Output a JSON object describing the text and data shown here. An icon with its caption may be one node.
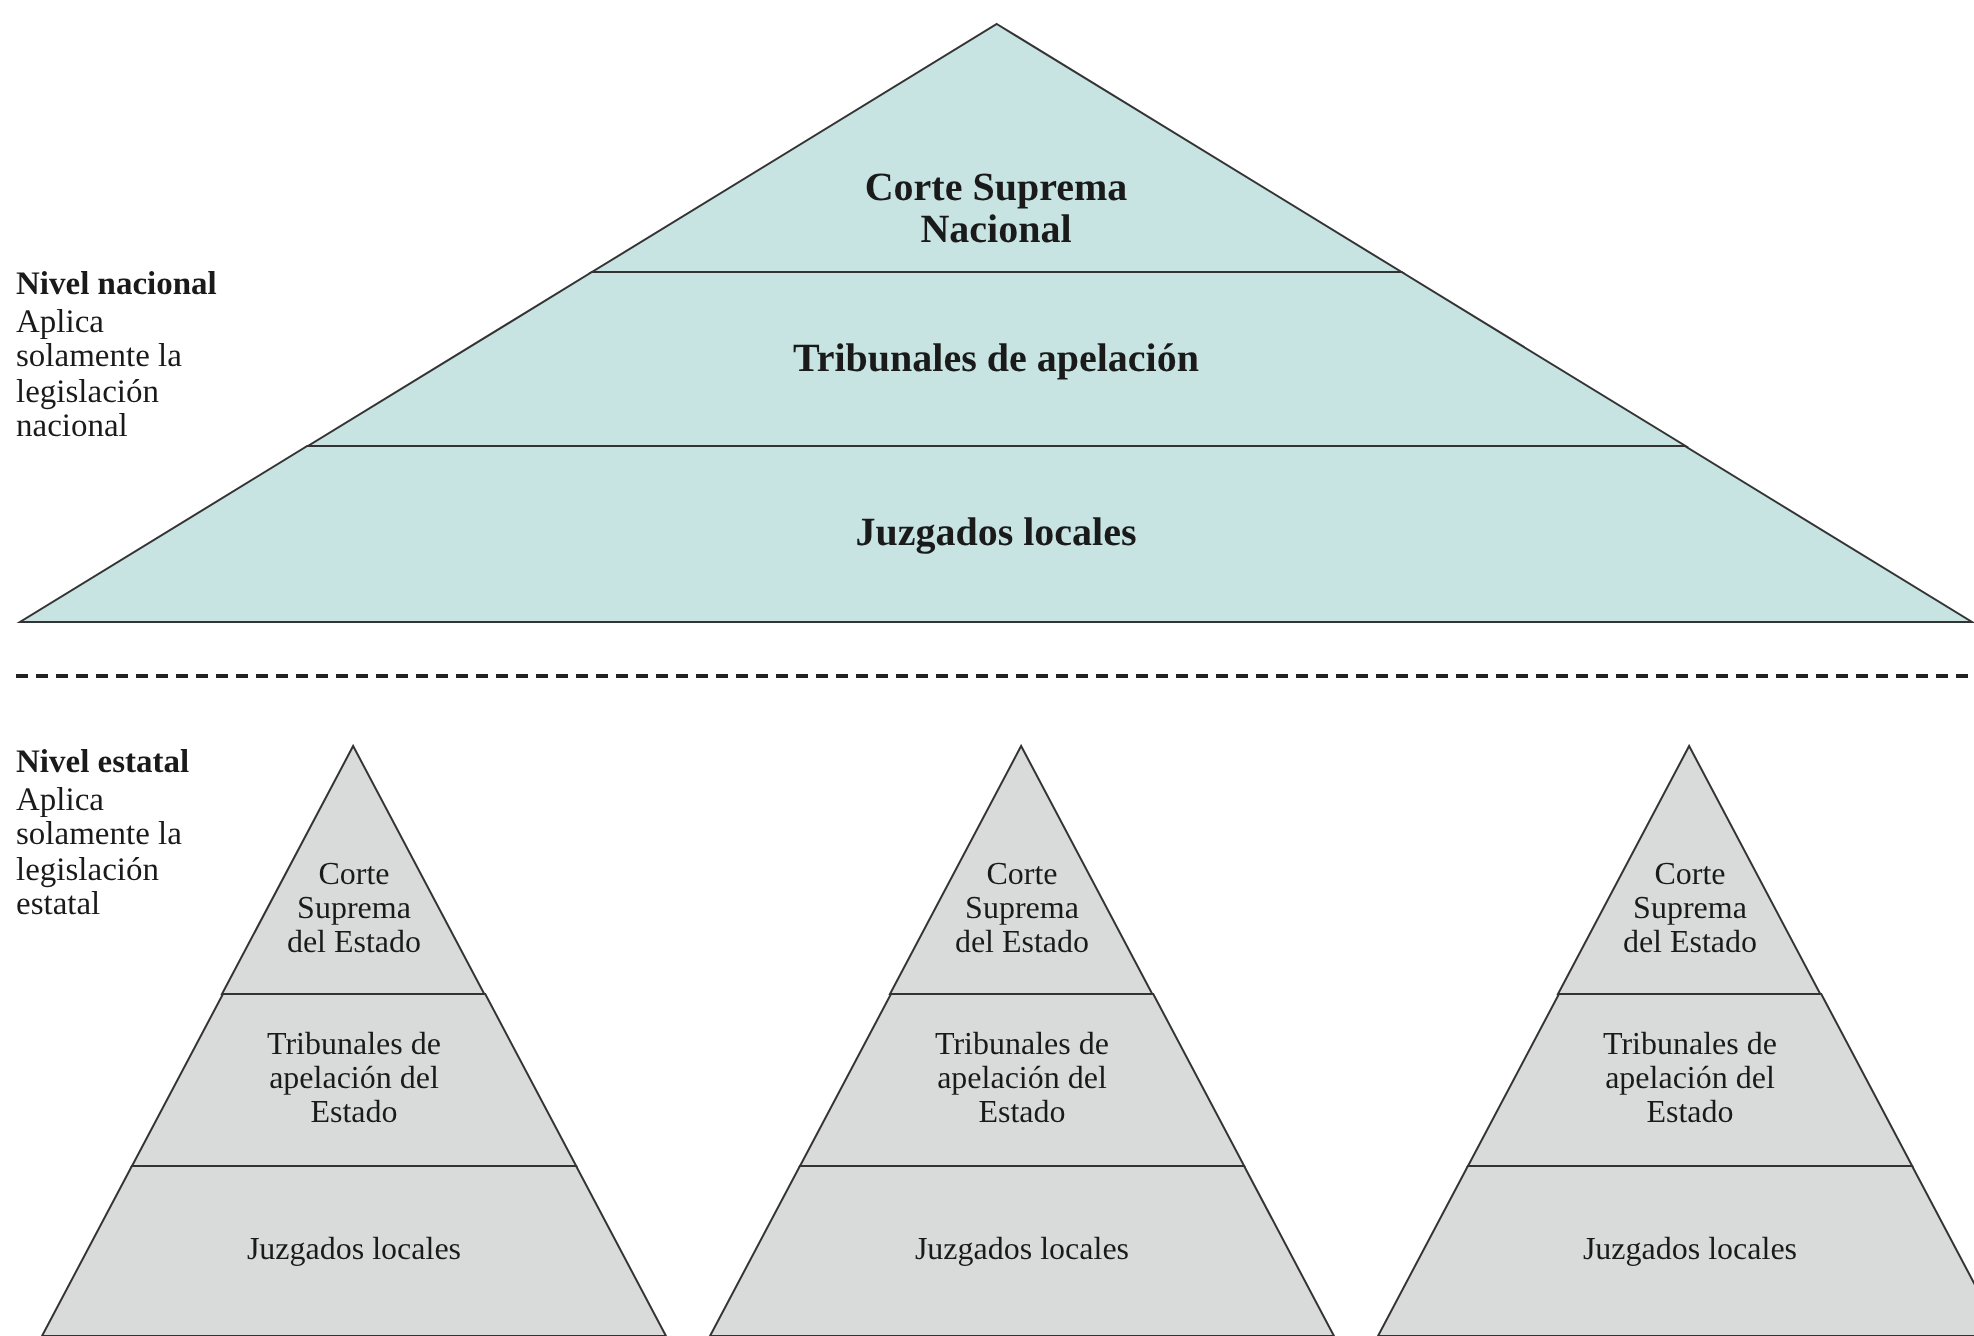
{
  "diagram": {
    "nodes": [
      {
        "text": [
          "Corte Suprema Nacional"
        ]
      },
      {
        "text": [
          "Tribunales de apelación"
        ]
      },
      {
        "text": [
          "Juzgados locales"
        ]
      },
      {
        "text": [
          "Corte Suprema del Estado"
        ]
      },
      {
        "text": [
          "Tribunales de apelación del Estado"
        ]
      },
      {
        "text": [
          "Juzgados locales"
        ]
      },
      {
        "text": [
          "Corte Suprema del Estado"
        ]
      },
      {
        "text": [
          "Tribunales de apelación del Estado"
        ]
      },
      {
        "text": [
          "Juzgados locales"
        ]
      },
      {
        "text": [
          "Corte Suprema del Estado"
        ]
      },
      {
        "text": [
          "Tribunales de apelación del Estado"
        ]
      },
      {
        "text": [
          "Juzgados locales"
        ]
      }
    ],
    "labels": [
      "Nivel nacional",
      "Aplica solamente la legislación nacional",
      "Nivel estatal",
      "Aplica solamente la legislación estatal"
    ]
  }
}
